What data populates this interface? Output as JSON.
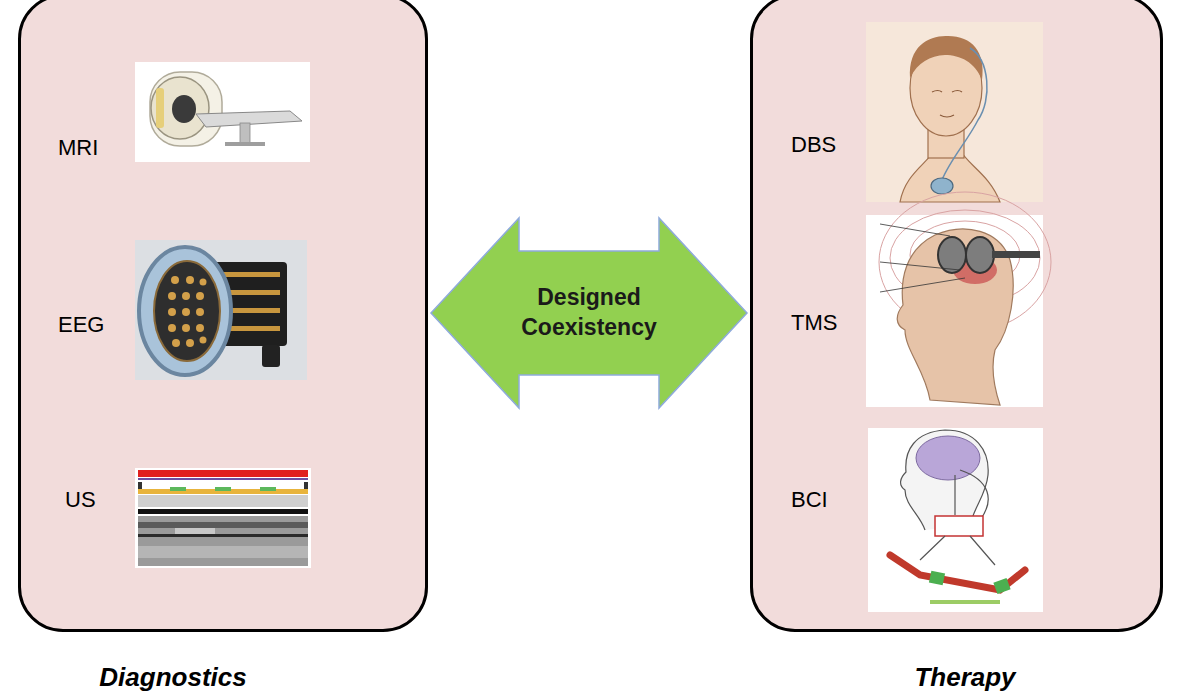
{
  "diagram": {
    "nodes": [
      {
        "text": [
          "Diagnostics"
        ]
      },
      {
        "text": [
          "MRI"
        ],
        "in": 0
      },
      {
        "text": [
          "EEG"
        ],
        "in": 0
      },
      {
        "text": [
          "US"
        ],
        "in": 0
      },
      {
        "text": [
          "Therapy"
        ]
      },
      {
        "text": [
          "DBS"
        ],
        "in": 4
      },
      {
        "text": [
          "TMS"
        ],
        "in": 4
      },
      {
        "text": [
          "BCI"
        ],
        "in": 4
      }
    ],
    "edges": [
      {
        "from": 0,
        "to": 4,
        "label": "Designed Coexistency",
        "arrow": "both"
      }
    ]
  }
}
